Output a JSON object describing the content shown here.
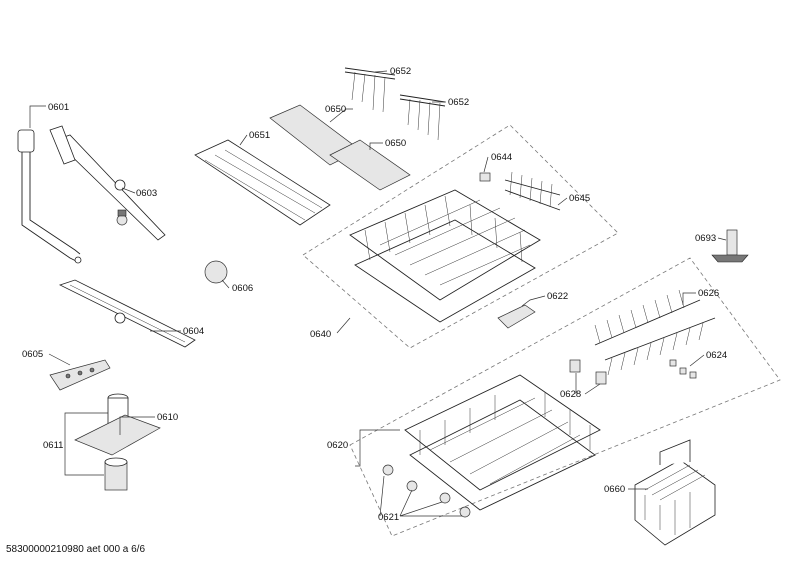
{
  "diagram": {
    "labels": {
      "p0601": "0601",
      "p0603": "0603",
      "p0604": "0604",
      "p0605": "0605",
      "p0606": "0606",
      "p0610": "0610",
      "p0611": "0611",
      "p0620": "0620",
      "p0621": "0621",
      "p0622": "0622",
      "p0624": "0624",
      "p0626": "0626",
      "p0628": "0628",
      "p0640": "0640",
      "p0644": "0644",
      "p0645": "0645",
      "p0650a": "0650",
      "p0650b": "0650",
      "p0651": "0651",
      "p0652a": "0652",
      "p0652b": "0652",
      "p0660": "0660",
      "p0693": "0693"
    }
  },
  "footer": {
    "text": "58300000210980 aet 000 a 6/6"
  }
}
